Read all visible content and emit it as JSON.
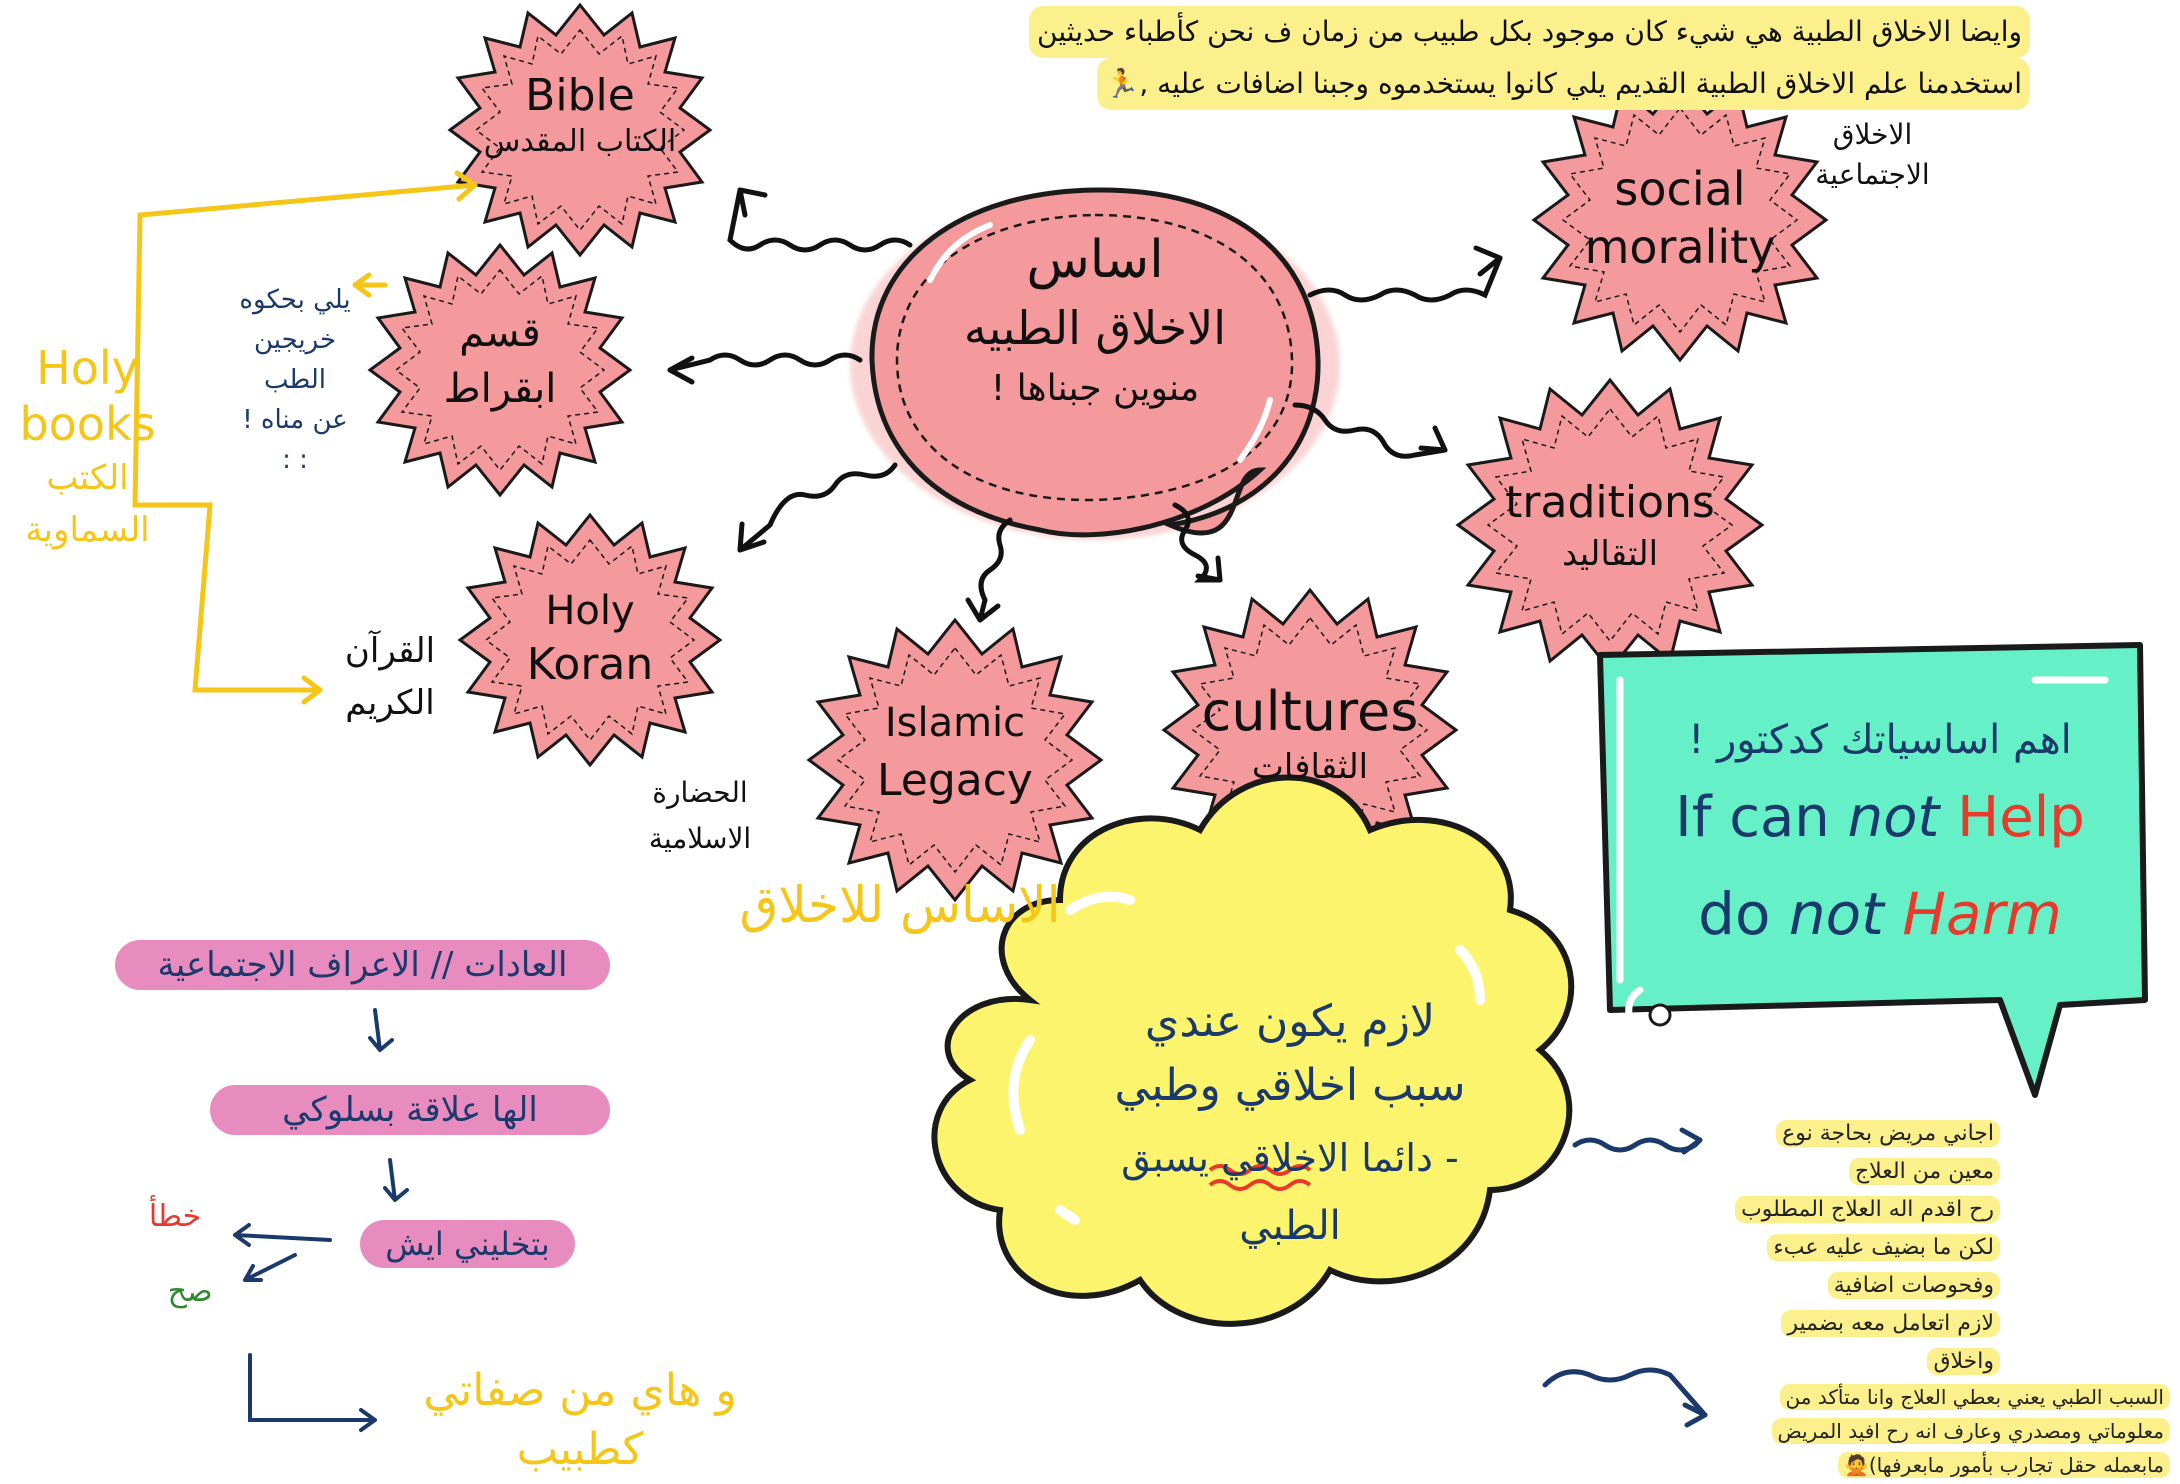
{
  "top_note": {
    "line1": "وايضا الاخلاق الطبية هي شيء كان موجود بكل طبيب من زمان ف نحن كأطباء حديثين",
    "line2": "استخدمنا علم الاخلاق الطبية القديم يلي كانوا يستخدموه وجبنا اضافات عليه ,🏃"
  },
  "center": {
    "line1": "اساس",
    "line2": "الاخلاق الطبيه",
    "line3": "منوين جبناها !"
  },
  "nodes": {
    "bible": {
      "en": "Bible",
      "ar": "الكتاب المقدس"
    },
    "hippocrates": {
      "ar1": "قسم",
      "ar2": "ابقراط"
    },
    "koran": {
      "en1": "Holy",
      "en2": "Koran"
    },
    "islamic": {
      "en1": "Islamic",
      "en2": "Legacy"
    },
    "cultures": {
      "en": "cultures",
      "ar": "الثقافات"
    },
    "traditions": {
      "en": "traditions",
      "ar": "التقاليد"
    },
    "social": {
      "en1": "social",
      "en2": "morality"
    }
  },
  "labels": {
    "social_ar1": "الاخلاق",
    "social_ar2": "الاجتماعية",
    "hippocrates_note": [
      "يلي بحكوه",
      "خريجين",
      "الطب",
      "عن مناه !",
      ": :"
    ],
    "holy_books_en1": "Holy",
    "holy_books_en2": "books",
    "holy_books_ar1": "الكتب",
    "holy_books_ar2": "السماوية",
    "koran_ar1": "القرآن",
    "koran_ar2": "الكريم",
    "islamic_ar1": "الحضارة",
    "islamic_ar2": "الاسلامية",
    "foundation": "الاساس للاخلاق"
  },
  "rule_box": {
    "title": "اهم اساسياتك كدكتور !",
    "line1_a": "If can",
    "line1_b": "not",
    "line1_c": "Help",
    "line2_a": "do",
    "line2_b": "not",
    "line2_c": "Harm"
  },
  "cloud": {
    "line1": "لازم يكون عندي",
    "line2": "سبب اخلاقي وطبي",
    "line3": "- دائما الاخلاقي يسبق",
    "line4": "الطبي"
  },
  "note1": [
    "اجاني مريض بحاجة نوع",
    "معين من العلاج",
    "رح اقدم اله العلاج المطلوب",
    "لكن ما بضيف عليه عبء",
    "وفحوصات اضافية",
    "لازم اتعامل معه بضمير",
    "واخلاق"
  ],
  "note2": [
    "السبب الطبي يعني بعطي العلاج وانا متأكد من",
    "معلوماتي ومصدري وعارف انه رح افيد المريض",
    "مابعمله حقل تجارب بأمور مابعرفها)🙅"
  ],
  "flow": {
    "step1": "العادات // الاعراف الاجتماعية",
    "step2": "الها علاقة بسلوكي",
    "step3": "بتخليني ايش",
    "wrong": "خطأ",
    "right": "صح",
    "conclusion1": "و هاي من صفاتي",
    "conclusion2": "كطبيب"
  },
  "colors": {
    "star_fill": "#f49a9c",
    "center_fill": "#f49a9c",
    "green_box": "#66f0c8",
    "cloud": "#fbf46c",
    "highlight_yellow": "#fbf08b",
    "highlight_pink": "#e88cc0",
    "yellow_text": "#f5c518",
    "navy": "#1b3a6b",
    "red": "#e8392b",
    "green": "#2c8a2c"
  }
}
